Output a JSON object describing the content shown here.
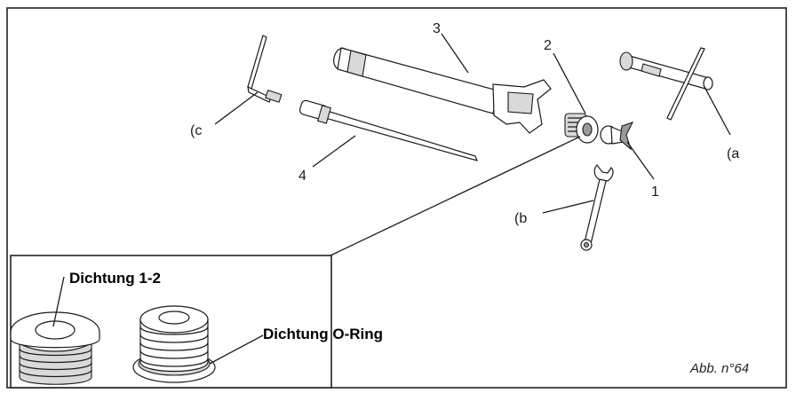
{
  "labels": {
    "part_1": "1",
    "part_2": "2",
    "part_3": "3",
    "part_4": "4",
    "tool_a": "(a",
    "tool_b": "(b",
    "tool_c": "(c",
    "seal_1_2": "Dichtung 1-2",
    "seal_o_ring": "Dichtung  O-Ring",
    "caption": "Abb. n°64"
  }
}
